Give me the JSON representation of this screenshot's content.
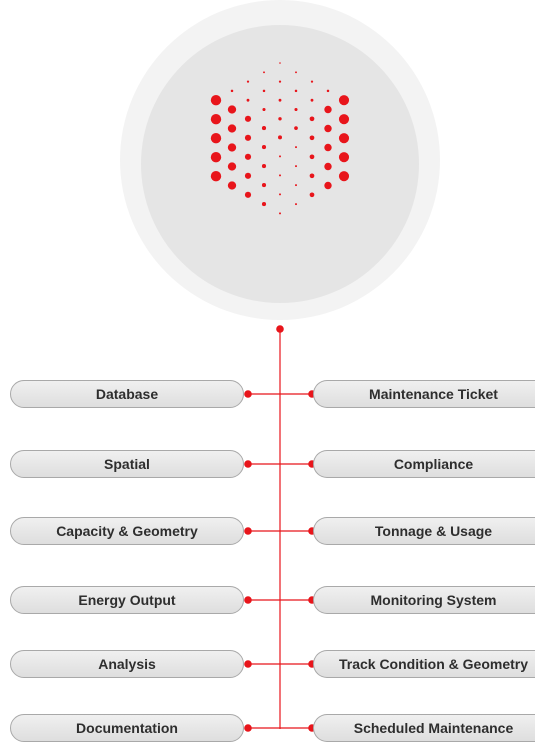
{
  "colors": {
    "accent": "#e8151b",
    "hub_outer": "#f3f3f3",
    "hub_inner": "#e5e5e5",
    "pill_fill": "#e4e4e4",
    "pill_border": "#a9a9a9",
    "label_text": "#2e2e2e"
  },
  "hub": {
    "icon": "dotted-cube-icon"
  },
  "left_items": [
    {
      "label": "Database"
    },
    {
      "label": "Spatial"
    },
    {
      "label": "Capacity & Geometry"
    },
    {
      "label": "Energy Output"
    },
    {
      "label": "Analysis"
    },
    {
      "label": "Documentation"
    }
  ],
  "right_items": [
    {
      "label": "Maintenance Ticket"
    },
    {
      "label": "Compliance"
    },
    {
      "label": "Tonnage & Usage"
    },
    {
      "label": "Monitoring System"
    },
    {
      "label": "Track Condition & Geometry"
    },
    {
      "label": "Scheduled Maintenance"
    }
  ]
}
